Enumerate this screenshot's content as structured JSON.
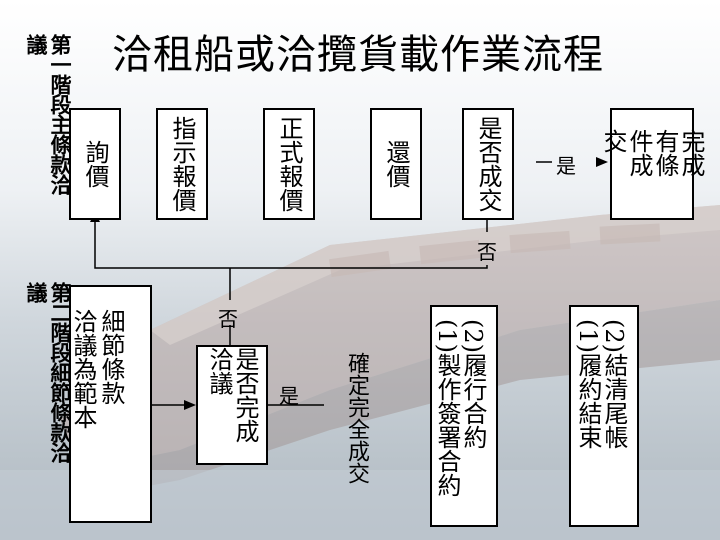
{
  "title": "洽租船或洽攬貨載作業流程",
  "stage1": {
    "label": "第一階段主條款洽議",
    "boxes": [
      "詢價",
      "指示報價",
      "正式報價",
      "還價",
      "是否成交",
      "完成有條件成交"
    ],
    "yes_label": "是",
    "no_label": "否"
  },
  "stage2": {
    "label": "第二階段細節條款洽議",
    "boxes": {
      "details_col1": "細節條款",
      "details_col2": "洽議為範本",
      "decision": "是否完成洽議",
      "final_deal": "確定完全成交",
      "contract_col1": "(2)履行合約",
      "contract_col2": "(1)製作簽署合約",
      "close_col1": "(2)結清尾帳",
      "close_col2": "(1)履約結束"
    },
    "yes_label": "是",
    "no_label": "否"
  }
}
